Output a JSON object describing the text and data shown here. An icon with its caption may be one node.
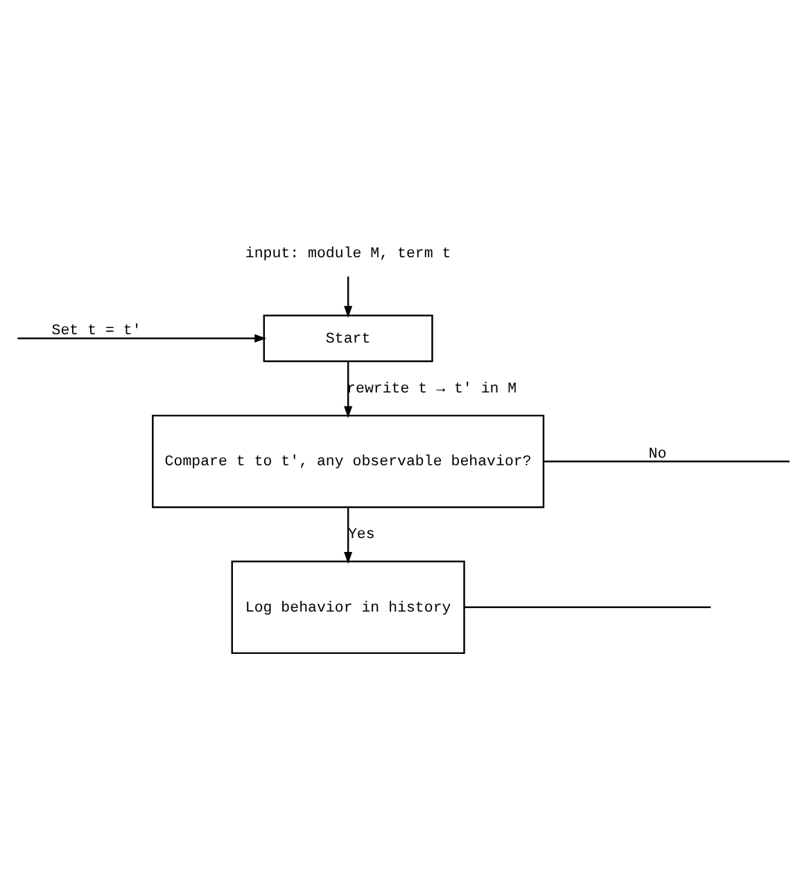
{
  "diagram": {
    "nodes": [
      {
        "text": [
          "input: module M, term t"
        ]
      },
      {
        "text": [
          "Start"
        ]
      },
      {
        "text": [
          "Compare t to t′, any observable behavior?"
        ]
      },
      {
        "text": [
          "Log behavior in history"
        ]
      }
    ],
    "edges": [
      {
        "from": 0,
        "to": 1,
        "arrow": "to"
      },
      {
        "from": null,
        "to": 1,
        "arrow": "to",
        "label": "Set t = t′"
      },
      {
        "from": 1,
        "to": 2,
        "arrow": "to",
        "label": "rewrite t → t′ in M"
      },
      {
        "from": 2,
        "to": 3,
        "arrow": "to",
        "label": "Yes"
      },
      {
        "from": 2,
        "to": null,
        "arrow": "none",
        "label": "No"
      },
      {
        "from": 3,
        "to": null,
        "arrow": "none"
      }
    ]
  }
}
